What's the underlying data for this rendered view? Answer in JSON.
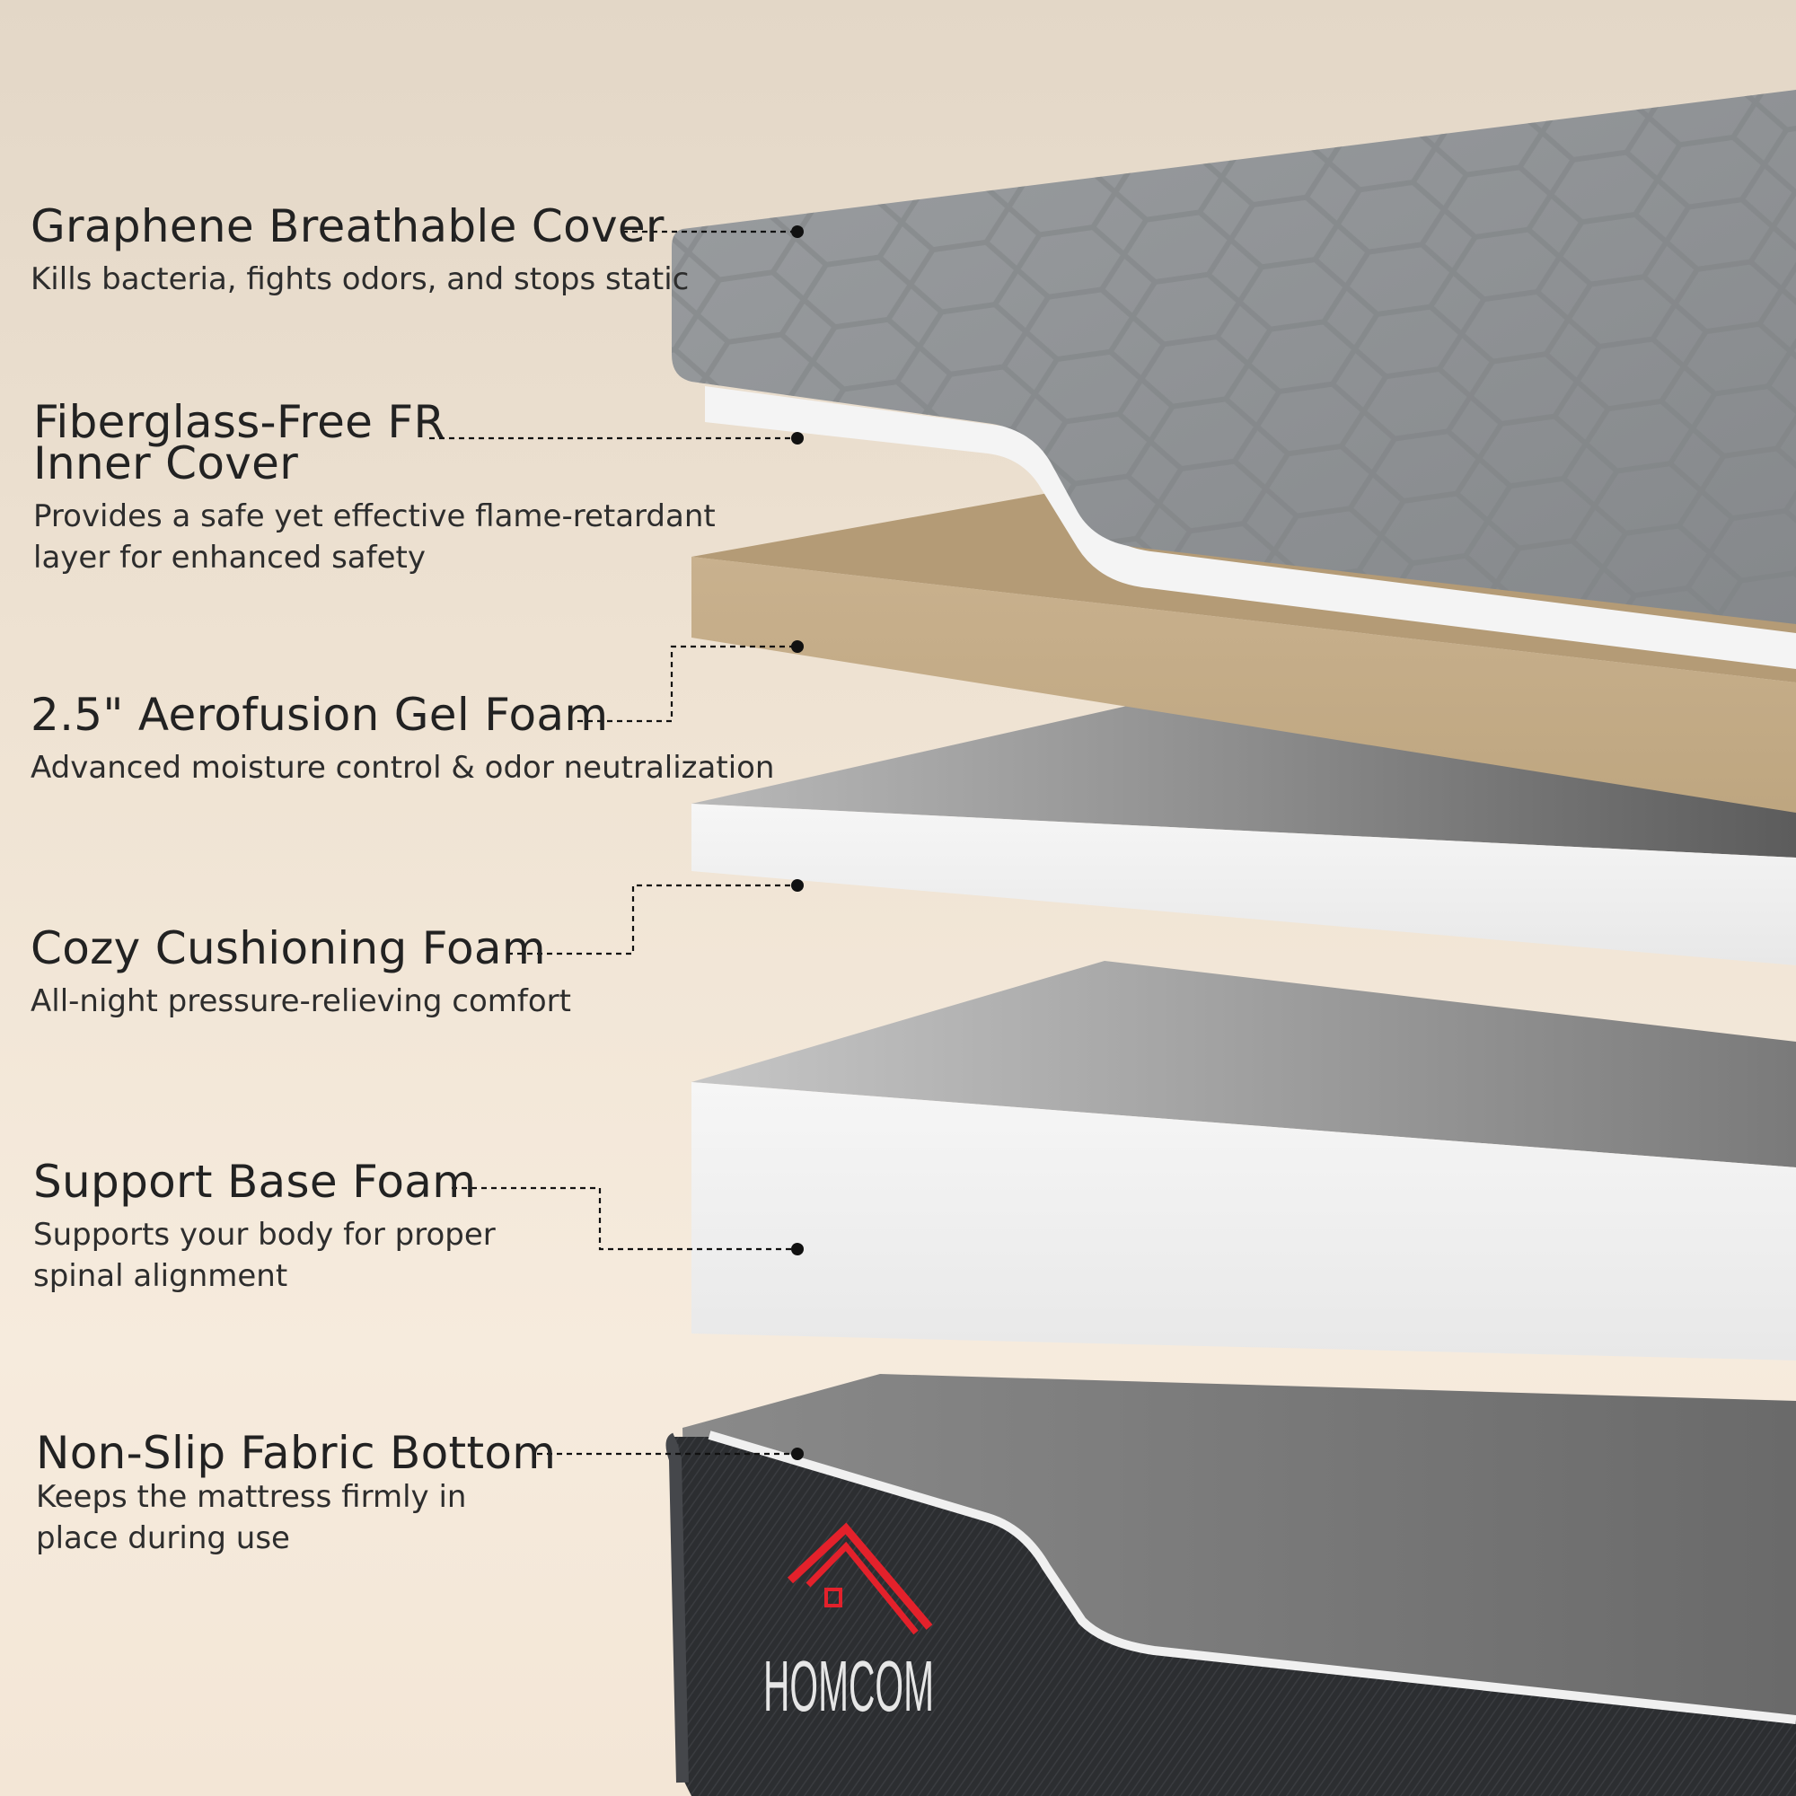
{
  "features": [
    {
      "title": "Graphene Breathable Cover",
      "desc": [
        "Kills bacteria, fights odors, and stops static"
      ]
    },
    {
      "title": "Fiberglass-Free FR",
      "title2": "Inner Cover",
      "desc": [
        "Provides a safe yet effective flame-retardant",
        "layer for enhanced safety"
      ]
    },
    {
      "title": "2.5\" Aerofusion Gel Foam",
      "desc": [
        "Advanced moisture control & odor neutralization"
      ]
    },
    {
      "title": "Cozy Cushioning Foam",
      "desc": [
        "All-night pressure-relieving comfort"
      ]
    },
    {
      "title": "Support Base Foam",
      "desc": [
        "Supports your body for proper",
        "spinal alignment"
      ]
    },
    {
      "title": "Non-Slip Fabric Bottom",
      "desc": [
        "Keeps the mattress firmly in",
        "place during use"
      ]
    }
  ],
  "brand": {
    "logo_text": "HOMCOM",
    "logo_color": "#e3212b"
  },
  "colors": {
    "cover_gray": "#8e9194",
    "gel_foam": "#c7b08c",
    "white_foam": "#f2f2f2",
    "bottom_fabric": "#2e3033",
    "leader_line": "#111111"
  }
}
